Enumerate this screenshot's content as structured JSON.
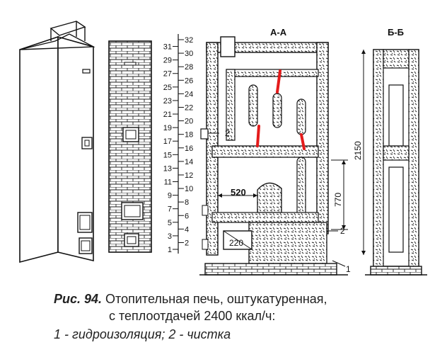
{
  "section_labels": {
    "aa": "А-А",
    "bb": "Б-Б"
  },
  "row_numbers": {
    "odd": [
      "1",
      "3",
      "5",
      "7",
      "9",
      "11",
      "13",
      "15",
      "17",
      "19",
      "21",
      "23",
      "25",
      "27",
      "29",
      "31"
    ],
    "even": [
      "2",
      "4",
      "6",
      "8",
      "10",
      "12",
      "14",
      "16",
      "18",
      "20",
      "22",
      "24",
      "26",
      "28",
      "30",
      "32"
    ]
  },
  "dimensions": {
    "d520": "520",
    "d220": "220",
    "d770": "770",
    "d2150": "2150"
  },
  "callouts": {
    "c2a": "2",
    "c2b": "2",
    "c1": "1"
  },
  "caption": {
    "fig_label": "Рис. 94.",
    "line1_rest": " Отопительная печь, оштукатуренная,",
    "line2": "с теплоотдачей 2400 ккал/ч:",
    "line3": "1 - гидроизоляция; 2 - чистка"
  },
  "colors": {
    "line": "#111111",
    "accent": "#e41b1b"
  }
}
